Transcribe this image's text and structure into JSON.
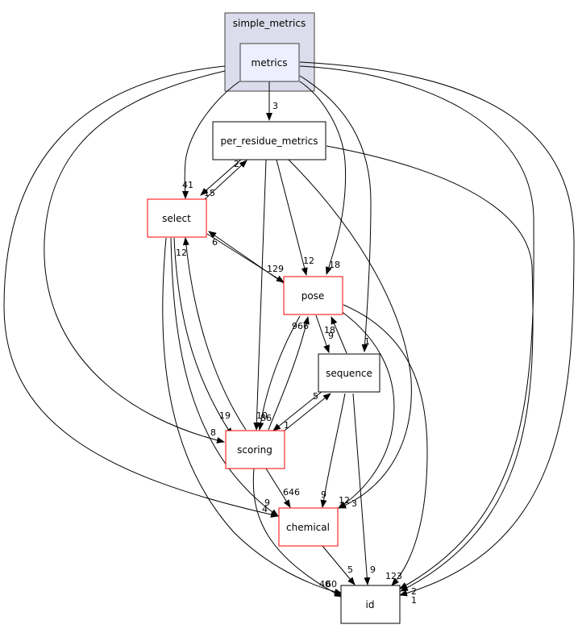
{
  "diagram": {
    "cluster": {
      "label": "simple_metrics",
      "fill": "#dcdcec",
      "stroke": "#404040"
    },
    "nodes": {
      "metrics": {
        "label": "metrics",
        "stroke": "#404040",
        "fill": "#eeeeff"
      },
      "per_residue_metrics": {
        "label": "per_residue_metrics",
        "stroke": "#000000",
        "fill": "#ffffff"
      },
      "select": {
        "label": "select",
        "stroke": "#ff0000",
        "fill": "#ffffff"
      },
      "pose": {
        "label": "pose",
        "stroke": "#ff0000",
        "fill": "#ffffff"
      },
      "sequence": {
        "label": "sequence",
        "stroke": "#000000",
        "fill": "#ffffff"
      },
      "scoring": {
        "label": "scoring",
        "stroke": "#ff0000",
        "fill": "#ffffff"
      },
      "chemical": {
        "label": "chemical",
        "stroke": "#ff0000",
        "fill": "#ffffff"
      },
      "id": {
        "label": "id",
        "stroke": "#000000",
        "fill": "#ffffff"
      }
    },
    "edge_labels": {
      "metrics_prm": "3",
      "metrics_select": "41",
      "prm_select": "15",
      "select_prm": "2",
      "select_pose": "129",
      "pose_select": "6",
      "metrics_pose": "18",
      "prm_pose": "12",
      "metrics_sequence": "1",
      "pose_sequence": "18",
      "sequence_pose": "9",
      "pose_scoring": "966",
      "scoring_pose_a": "10",
      "scoring_pose_b": "86",
      "select_scoring": "19",
      "scoring_select": "12",
      "metrics_scoring": "8",
      "sequence_scoring": "1",
      "scoring_sequence": "5",
      "scoring_chemical": "646",
      "metrics_chemical_a": "9",
      "metrics_chemical_b": "4",
      "sequence_chemical": "9",
      "pose_chemical": "12",
      "prm_chemical": "3",
      "chemical_id": "5",
      "sequence_id": "9",
      "pose_id": "123",
      "select_id": "40",
      "scoring_id": "60",
      "metrics_id_a": "2",
      "metrics_id_b": "1"
    }
  }
}
